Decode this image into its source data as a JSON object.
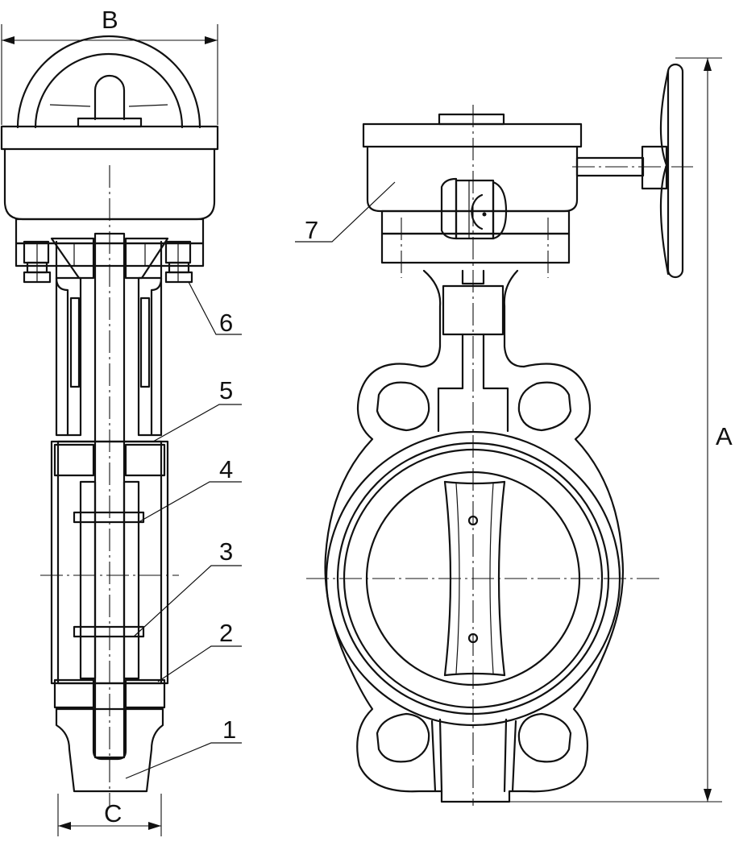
{
  "dimensions": {
    "A": "A",
    "B": "B",
    "C": "C"
  },
  "callouts": [
    "1",
    "2",
    "3",
    "4",
    "5",
    "6",
    "7"
  ],
  "colors": {
    "ink": "#111111",
    "paper": "#ffffff"
  }
}
